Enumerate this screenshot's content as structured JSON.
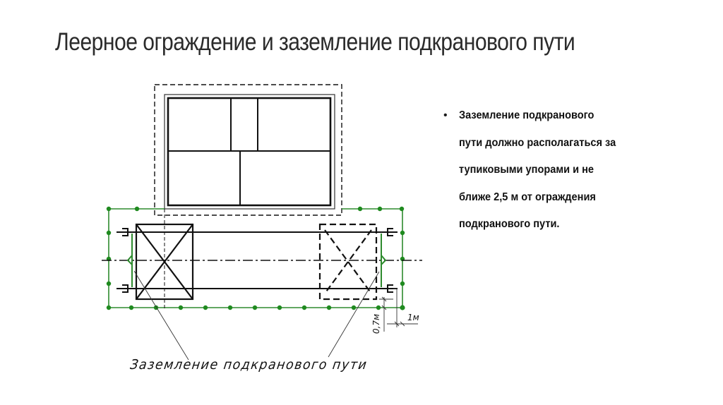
{
  "slide": {
    "title": "Леерное ограждение и заземление подкранового пути",
    "bullets": [
      {
        "text": "Заземление подкранового\nпути должно располагаться за\nтупиковыми упорами и не\nближе 2,5 м от ограждения\nподкранового пути."
      }
    ],
    "bullet_symbol": "•"
  },
  "drawing": {
    "caption": "Заземление подкранового пути",
    "dimensions": {
      "offset_07": "0,7м",
      "offset_1m": "1м"
    },
    "elements": {
      "building": "building-plan-with-five-rooms",
      "crane_position_1": "crane-solid-crossed-box",
      "crane_position_2": "crane-dashed-crossed-box",
      "fence": "green-railing-fence-with-posts",
      "rails": "two-crane-rails",
      "axis": "center-axis-dash-dot",
      "end_stops": "rail-end-stops",
      "grounding": "grounding-conductors"
    },
    "colors": {
      "fence": "#2e8b2e",
      "fence_post": "#1f8a1f",
      "lines": "#111111",
      "title": "#2b2b2b",
      "background": "#ffffff"
    }
  }
}
